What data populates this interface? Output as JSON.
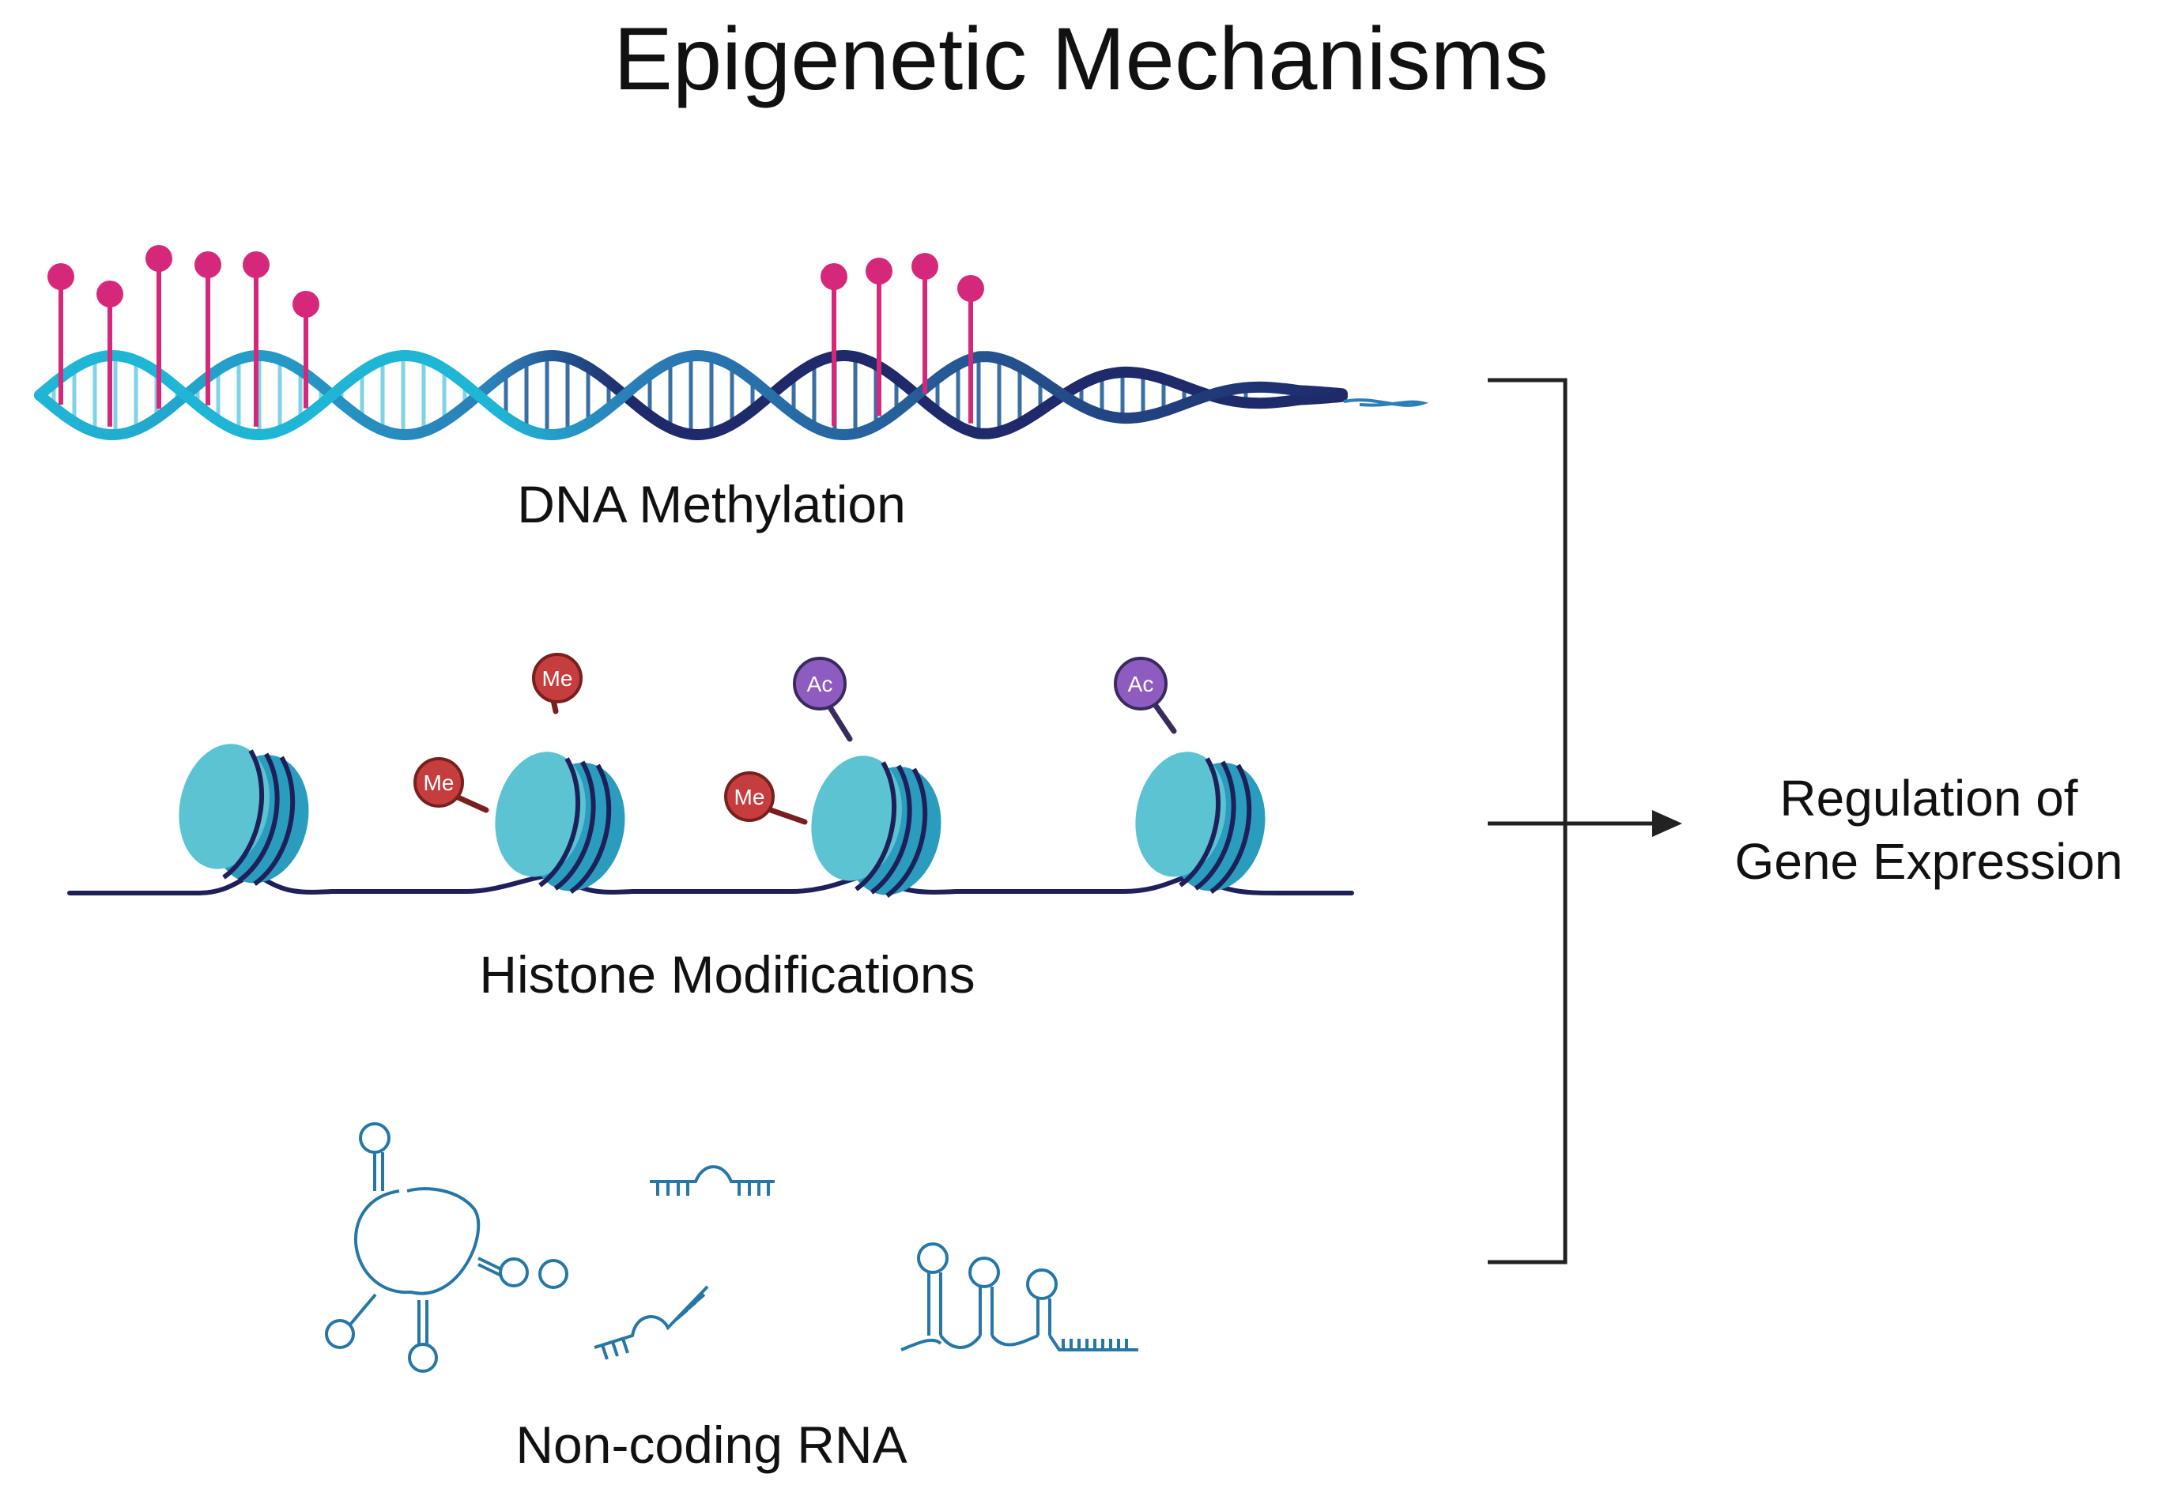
{
  "title": "Epigenetic Mechanisms",
  "mechanisms": {
    "dna_methylation": "DNA Methylation",
    "histone_modifications": "Histone Modifications",
    "noncoding_rna": "Non-coding RNA"
  },
  "outcome": {
    "line1": "Regulation of",
    "line2": "Gene Expression"
  },
  "histone_tags": {
    "methyl": "Me",
    "acetyl": "Ac"
  },
  "colors": {
    "methyl_pin": "#d6287a",
    "dna_light": "#1fb6d5",
    "dna_mid": "#2a7fb8",
    "dna_dark": "#1e2a6a",
    "nucleosome": "#5cc3d3",
    "nucleosome_side": "#2a9dbf",
    "methyl_badge": "#c63d3d",
    "acetyl_badge": "#8e5cc0",
    "rna": "#2677a6",
    "line": "#222222"
  }
}
